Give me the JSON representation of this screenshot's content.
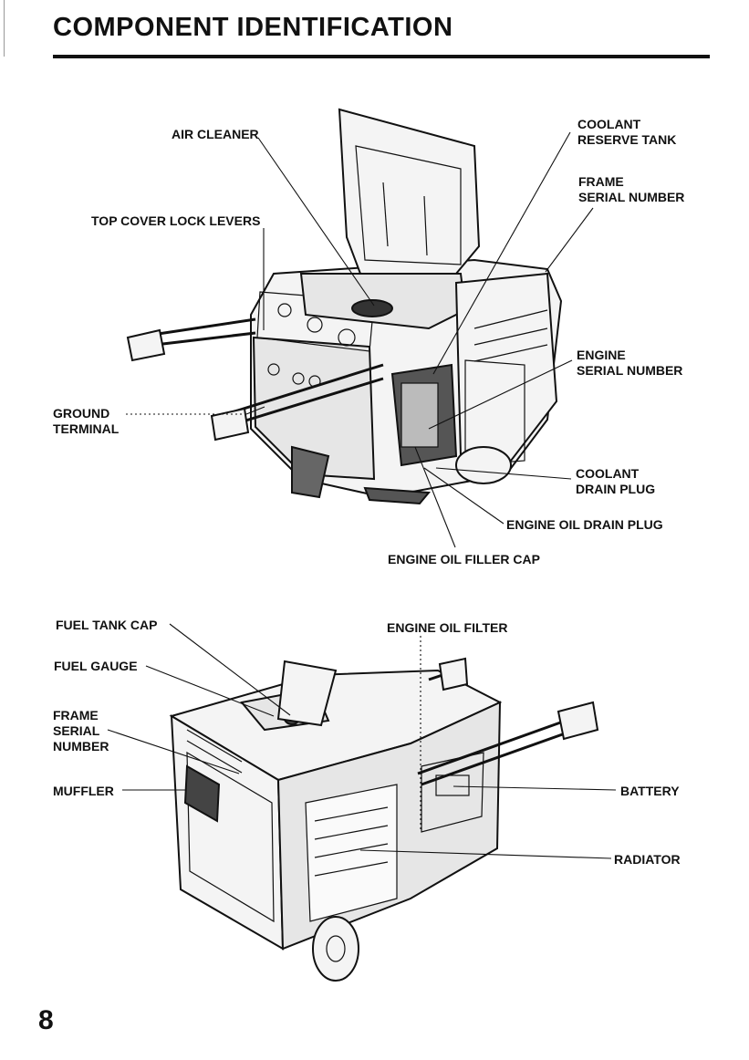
{
  "header": {
    "title": "COMPONENT IDENTIFICATION"
  },
  "figure_top": {
    "labels": {
      "air_cleaner": "AIR CLEANER",
      "top_cover_lock_levers": "TOP COVER LOCK LEVERS",
      "ground_terminal_1": "GROUND",
      "ground_terminal_2": "TERMINAL",
      "coolant_reserve_tank_1": "COOLANT",
      "coolant_reserve_tank_2": "RESERVE TANK",
      "frame_serial_number_1": "FRAME",
      "frame_serial_number_2": "SERIAL NUMBER",
      "engine_serial_number_1": "ENGINE",
      "engine_serial_number_2": "SERIAL NUMBER",
      "coolant_drain_plug_1": "COOLANT",
      "coolant_drain_plug_2": "DRAIN PLUG",
      "engine_oil_drain_plug": "ENGINE OIL DRAIN PLUG",
      "engine_oil_filler_cap": "ENGINE OIL FILLER CAP"
    }
  },
  "figure_bottom": {
    "labels": {
      "fuel_tank_cap": "FUEL TANK CAP",
      "fuel_gauge": "FUEL GAUGE",
      "frame_serial_number_1": "FRAME",
      "frame_serial_number_2": "SERIAL",
      "frame_serial_number_3": "NUMBER",
      "muffler": "MUFFLER",
      "engine_oil_filter": "ENGINE OIL FILTER",
      "battery": "BATTERY",
      "radiator": "RADIATOR"
    }
  },
  "footer": {
    "page_number": "8"
  }
}
